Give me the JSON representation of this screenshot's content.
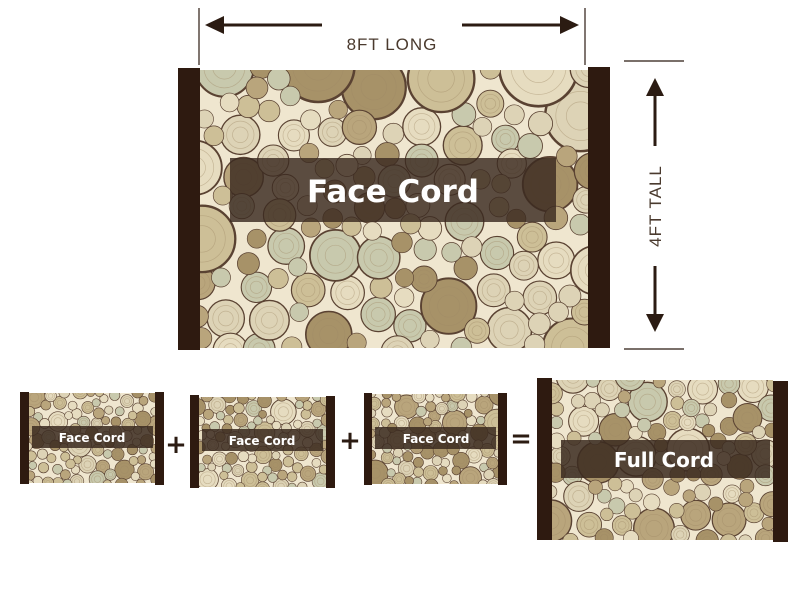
{
  "main_diagram": {
    "label": "Face Cord",
    "width_label": "8FT LONG",
    "height_label": "4FT TALL"
  },
  "equation": {
    "stacks": [
      {
        "label": "Face Cord"
      },
      {
        "label": "Face Cord"
      },
      {
        "label": "Face Cord"
      }
    ],
    "plus_symbol": "+",
    "equals_symbol": "=",
    "result_label": "Full Cord"
  },
  "colors": {
    "post": "#2e1a10",
    "label_band": "#3b2a20",
    "dimension_line": "#2b1b12",
    "log_tones": [
      "#ddd3b6",
      "#cdbf97",
      "#b9a57c",
      "#a79268",
      "#c8c9ad",
      "#e6dcc0"
    ]
  }
}
